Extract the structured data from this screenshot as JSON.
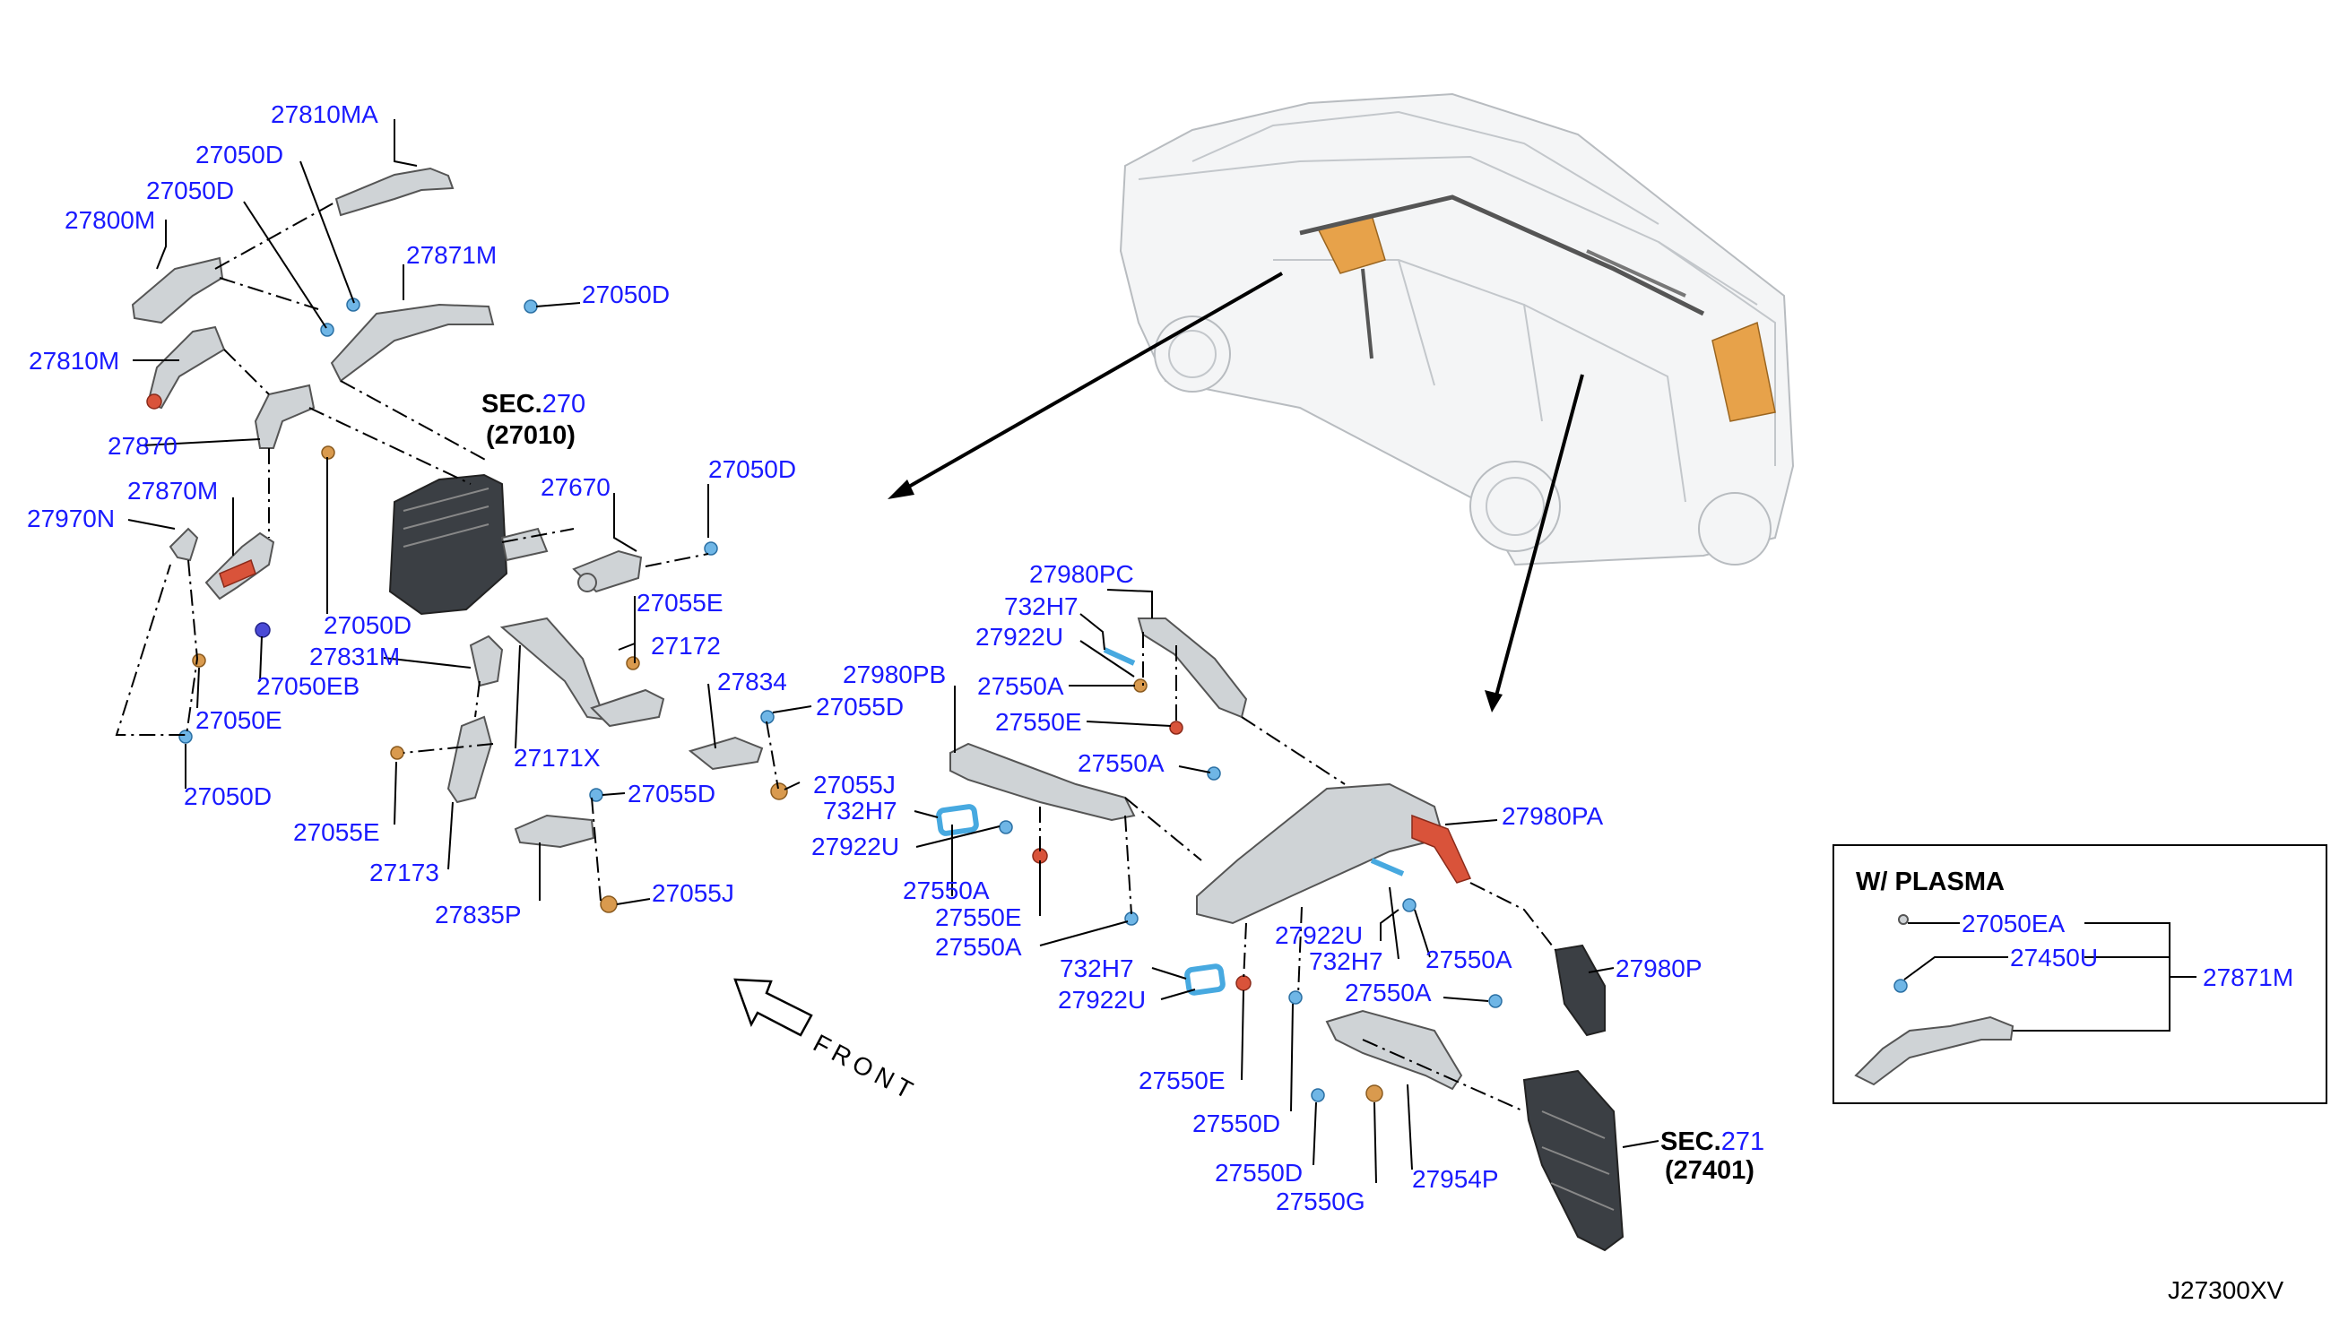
{
  "labels": {
    "p27810MA": "27810MA",
    "p27050D_a": "27050D",
    "p27050D_b": "27050D",
    "p27800M": "27800M",
    "p27871M": "27871M",
    "p27050D_c": "27050D",
    "p27810M": "27810M",
    "p27870": "27870",
    "p27870M": "27870M",
    "p27970N": "27970N",
    "p27050D_d": "27050D",
    "p27831M": "27831M",
    "p27050EB": "27050EB",
    "p27050E": "27050E",
    "p27050D_e": "27050D",
    "p27055E_a": "27055E",
    "p27173": "27173",
    "p27835P": "27835P",
    "p27171X": "27171X",
    "p27055D_a": "27055D",
    "p27055J_a": "27055J",
    "p27670": "27670",
    "p27050D_f": "27050D",
    "p27055E_b": "27055E",
    "p27172": "27172",
    "p27834": "27834",
    "p27055D_b": "27055D",
    "p27055J_b": "27055J",
    "p27980PC": "27980PC",
    "p732H7_a": "732H7",
    "p27922U_a": "27922U",
    "p27550A_a": "27550A",
    "p27550E_a": "27550E",
    "p27980PB": "27980PB",
    "p27550A_b": "27550A",
    "p732H7_b": "732H7",
    "p27922U_b": "27922U",
    "p27550A_c": "27550A",
    "p27550E_b": "27550E",
    "p27550A_d": "27550A",
    "p27980PA": "27980PA",
    "p27922U_c": "27922U",
    "p732H7_c": "732H7",
    "p27550A_e": "27550A",
    "p27550A_f": "27550A",
    "p27980P": "27980P",
    "p732H7_d": "732H7",
    "p27922U_d": "27922U",
    "p27550E_c": "27550E",
    "p27550D_a": "27550D",
    "p27550D_b": "27550D",
    "p27550G": "27550G",
    "p27954P": "27954P"
  },
  "sections": {
    "sec270_prefix": "SEC.",
    "sec270_num": "270",
    "sec270_part": "(27010)",
    "sec271_prefix": "SEC.",
    "sec271_num": "271",
    "sec271_part": "(27401)"
  },
  "inset": {
    "title": "W/ PLASMA",
    "p27050EA": "27050EA",
    "p27450U": "27450U",
    "p27871M": "27871M"
  },
  "front_label": "FRONT",
  "diagram_code": "J27300XV",
  "colors": {
    "label_blue": "#1a1aff",
    "clip_blue": "#6fb6e6",
    "clip_orange": "#d99a4e",
    "clip_red": "#d9533a",
    "duct_orange": "#e7a24a"
  }
}
